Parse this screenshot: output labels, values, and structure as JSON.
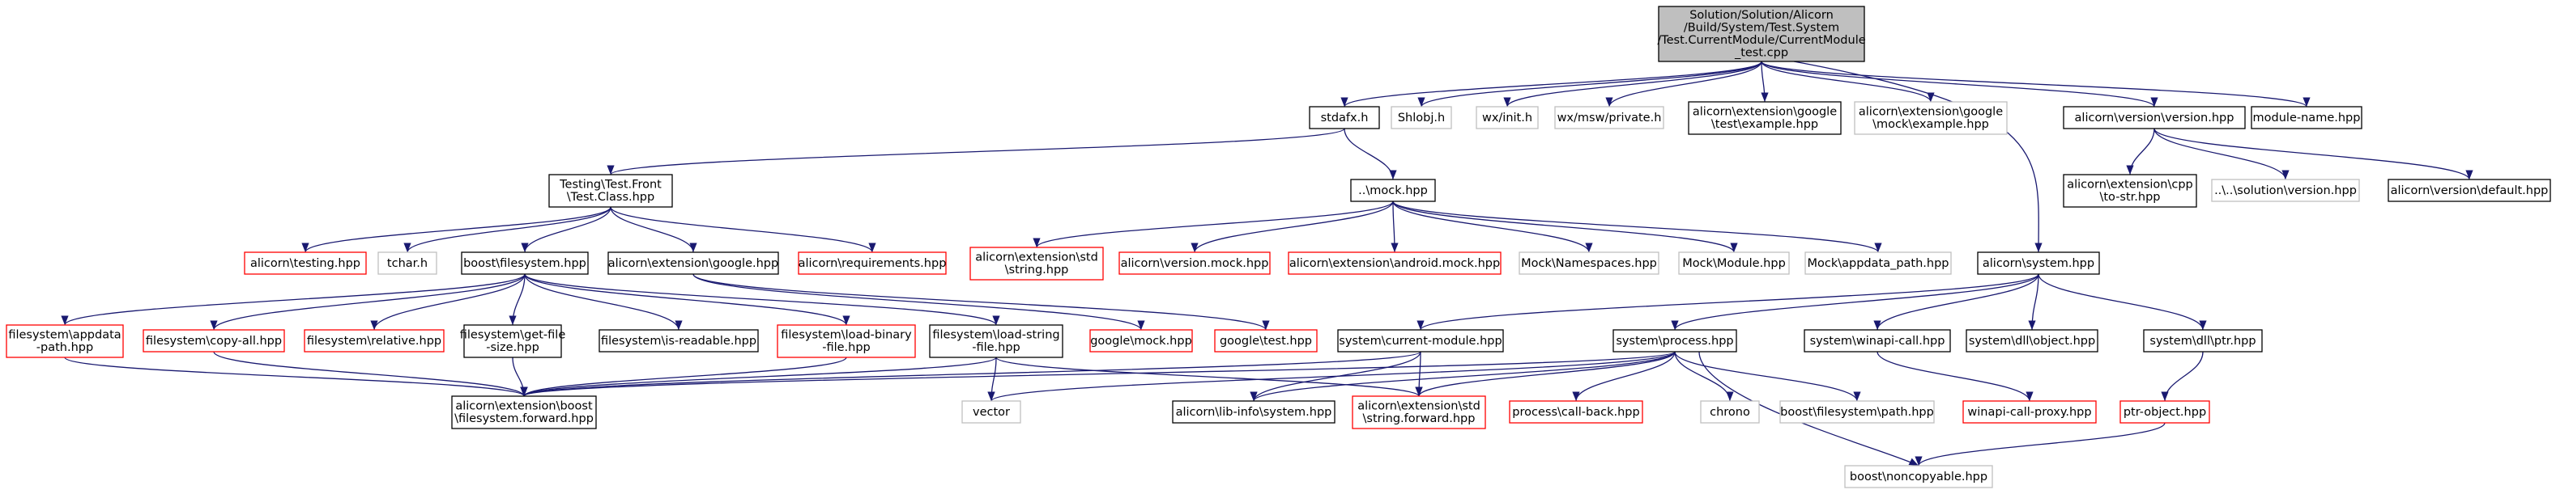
{
  "colors": {
    "edge": "#191970",
    "root_fill": "#bfbfbf",
    "root_border": "#000000",
    "documented_border": "#000000",
    "undocumented_border": "#ff0000",
    "system_border": "#bfbfbf",
    "node_fill": "#ffffff"
  },
  "graph": {
    "nodes": [
      {
        "id": "root",
        "kind": "root",
        "lines": [
          "Solution/Solution/Alicorn",
          "/Build/System/Test.System",
          "/Test.CurrentModule/CurrentModule",
          "_test.cpp"
        ]
      },
      {
        "id": "stdafx",
        "kind": "documented",
        "lines": [
          "stdafx.h"
        ]
      },
      {
        "id": "shlobj",
        "kind": "system",
        "lines": [
          "Shlobj.h"
        ]
      },
      {
        "id": "wxinit",
        "kind": "system",
        "lines": [
          "wx/init.h"
        ]
      },
      {
        "id": "wxmsw",
        "kind": "system",
        "lines": [
          "wx/msw/private.h"
        ]
      },
      {
        "id": "gtest_example",
        "kind": "documented",
        "lines": [
          "alicorn\\extension\\google",
          "\\test\\example.hpp"
        ]
      },
      {
        "id": "gmock_example",
        "kind": "system",
        "lines": [
          "alicorn\\extension\\google",
          "\\mock\\example.hpp"
        ]
      },
      {
        "id": "version",
        "kind": "documented",
        "lines": [
          "alicorn\\version\\version.hpp"
        ]
      },
      {
        "id": "module_name",
        "kind": "documented",
        "lines": [
          "module-name.hpp"
        ]
      },
      {
        "id": "testing_class",
        "kind": "documented",
        "lines": [
          "Testing\\Test.Front",
          "\\Test.Class.hpp"
        ]
      },
      {
        "id": "mock",
        "kind": "documented",
        "lines": [
          "..\\mock.hpp"
        ]
      },
      {
        "id": "to_str",
        "kind": "documented",
        "lines": [
          "alicorn\\extension\\cpp",
          "\\to-str.hpp"
        ]
      },
      {
        "id": "sol_version",
        "kind": "system",
        "lines": [
          "..\\..\\solution\\version.hpp"
        ]
      },
      {
        "id": "version_default",
        "kind": "documented",
        "lines": [
          "alicorn\\version\\default.hpp"
        ]
      },
      {
        "id": "ali_testing",
        "kind": "undocumented",
        "lines": [
          "alicorn\\testing.hpp"
        ]
      },
      {
        "id": "tchar",
        "kind": "system",
        "lines": [
          "tchar.h"
        ]
      },
      {
        "id": "boost_fs",
        "kind": "documented",
        "lines": [
          "boost\\filesystem.hpp"
        ]
      },
      {
        "id": "ext_google",
        "kind": "documented",
        "lines": [
          "alicorn\\extension\\google.hpp"
        ]
      },
      {
        "id": "requirements",
        "kind": "undocumented",
        "lines": [
          "alicorn\\requirements.hpp"
        ]
      },
      {
        "id": "std_string",
        "kind": "undocumented",
        "lines": [
          "alicorn\\extension\\std",
          "\\string.hpp"
        ]
      },
      {
        "id": "version_mock",
        "kind": "undocumented",
        "lines": [
          "alicorn\\version.mock.hpp"
        ]
      },
      {
        "id": "android_mock",
        "kind": "undocumented",
        "lines": [
          "alicorn\\extension\\android.mock.hpp"
        ]
      },
      {
        "id": "mock_ns",
        "kind": "system",
        "lines": [
          "Mock\\Namespaces.hpp"
        ]
      },
      {
        "id": "mock_module",
        "kind": "system",
        "lines": [
          "Mock\\Module.hpp"
        ]
      },
      {
        "id": "mock_appdata",
        "kind": "system",
        "lines": [
          "Mock\\appdata_path.hpp"
        ]
      },
      {
        "id": "ali_system",
        "kind": "documented",
        "lines": [
          "alicorn\\system.hpp"
        ]
      },
      {
        "id": "fs_appdata",
        "kind": "undocumented",
        "lines": [
          "filesystem\\appdata",
          "-path.hpp"
        ]
      },
      {
        "id": "fs_copyall",
        "kind": "undocumented",
        "lines": [
          "filesystem\\copy-all.hpp"
        ]
      },
      {
        "id": "fs_relative",
        "kind": "undocumented",
        "lines": [
          "filesystem\\relative.hpp"
        ]
      },
      {
        "id": "fs_getfilesize",
        "kind": "documented",
        "lines": [
          "filesystem\\get-file",
          "-size.hpp"
        ]
      },
      {
        "id": "fs_readable",
        "kind": "documented",
        "lines": [
          "filesystem\\is-readable.hpp"
        ]
      },
      {
        "id": "fs_loadbinary",
        "kind": "undocumented",
        "lines": [
          "filesystem\\load-binary",
          "-file.hpp"
        ]
      },
      {
        "id": "fs_loadstring",
        "kind": "documented",
        "lines": [
          "filesystem\\load-string",
          "-file.hpp"
        ]
      },
      {
        "id": "google_mock",
        "kind": "undocumented",
        "lines": [
          "google\\mock.hpp"
        ]
      },
      {
        "id": "google_test",
        "kind": "undocumented",
        "lines": [
          "google\\test.hpp"
        ]
      },
      {
        "id": "current_module",
        "kind": "documented",
        "lines": [
          "system\\current-module.hpp"
        ]
      },
      {
        "id": "process",
        "kind": "documented",
        "lines": [
          "system\\process.hpp"
        ]
      },
      {
        "id": "winapi_call",
        "kind": "documented",
        "lines": [
          "system\\winapi-call.hpp"
        ]
      },
      {
        "id": "dll_object",
        "kind": "documented",
        "lines": [
          "system\\dll\\object.hpp"
        ]
      },
      {
        "id": "dll_ptr",
        "kind": "documented",
        "lines": [
          "system\\dll\\ptr.hpp"
        ]
      },
      {
        "id": "boost_fs_fwd",
        "kind": "documented",
        "lines": [
          "alicorn\\extension\\boost",
          "\\filesystem.forward.hpp"
        ]
      },
      {
        "id": "vector",
        "kind": "system",
        "lines": [
          "vector"
        ]
      },
      {
        "id": "lib_info",
        "kind": "documented",
        "lines": [
          "alicorn\\lib-info\\system.hpp"
        ]
      },
      {
        "id": "std_string_fwd",
        "kind": "undocumented",
        "lines": [
          "alicorn\\extension\\std",
          "\\string.forward.hpp"
        ]
      },
      {
        "id": "callback",
        "kind": "undocumented",
        "lines": [
          "process\\call-back.hpp"
        ]
      },
      {
        "id": "chrono",
        "kind": "system",
        "lines": [
          "chrono"
        ]
      },
      {
        "id": "boost_fs_path",
        "kind": "system",
        "lines": [
          "boost\\filesystem\\path.hpp"
        ]
      },
      {
        "id": "winapi_proxy",
        "kind": "undocumented",
        "lines": [
          "winapi-call-proxy.hpp"
        ]
      },
      {
        "id": "ptr_object",
        "kind": "undocumented",
        "lines": [
          "ptr-object.hpp"
        ]
      },
      {
        "id": "boost_noncopyable",
        "kind": "system",
        "lines": [
          "boost\\noncopyable.hpp"
        ]
      }
    ],
    "edges": [
      [
        "root",
        "stdafx"
      ],
      [
        "root",
        "shlobj"
      ],
      [
        "root",
        "wxinit"
      ],
      [
        "root",
        "wxmsw"
      ],
      [
        "root",
        "gtest_example"
      ],
      [
        "root",
        "gmock_example"
      ],
      [
        "root",
        "version"
      ],
      [
        "root",
        "module_name"
      ],
      [
        "root",
        "ali_system"
      ],
      [
        "stdafx",
        "testing_class"
      ],
      [
        "stdafx",
        "mock"
      ],
      [
        "version",
        "to_str"
      ],
      [
        "version",
        "sol_version"
      ],
      [
        "version",
        "version_default"
      ],
      [
        "testing_class",
        "ali_testing"
      ],
      [
        "testing_class",
        "tchar"
      ],
      [
        "testing_class",
        "boost_fs"
      ],
      [
        "testing_class",
        "ext_google"
      ],
      [
        "testing_class",
        "requirements"
      ],
      [
        "mock",
        "std_string"
      ],
      [
        "mock",
        "version_mock"
      ],
      [
        "mock",
        "android_mock"
      ],
      [
        "mock",
        "mock_ns"
      ],
      [
        "mock",
        "mock_module"
      ],
      [
        "mock",
        "mock_appdata"
      ],
      [
        "boost_fs",
        "fs_appdata"
      ],
      [
        "boost_fs",
        "fs_copyall"
      ],
      [
        "boost_fs",
        "fs_relative"
      ],
      [
        "boost_fs",
        "fs_getfilesize"
      ],
      [
        "boost_fs",
        "fs_readable"
      ],
      [
        "boost_fs",
        "fs_loadbinary"
      ],
      [
        "boost_fs",
        "fs_loadstring"
      ],
      [
        "ext_google",
        "google_mock"
      ],
      [
        "ext_google",
        "google_test"
      ],
      [
        "fs_appdata",
        "boost_fs_fwd"
      ],
      [
        "fs_copyall",
        "boost_fs_fwd"
      ],
      [
        "fs_getfilesize",
        "boost_fs_fwd"
      ],
      [
        "fs_loadbinary",
        "boost_fs_fwd"
      ],
      [
        "fs_loadstring",
        "boost_fs_fwd"
      ],
      [
        "fs_loadstring",
        "vector"
      ],
      [
        "fs_loadstring",
        "std_string_fwd"
      ],
      [
        "ali_system",
        "current_module"
      ],
      [
        "ali_system",
        "process"
      ],
      [
        "ali_system",
        "winapi_call"
      ],
      [
        "ali_system",
        "dll_object"
      ],
      [
        "ali_system",
        "dll_ptr"
      ],
      [
        "current_module",
        "boost_fs_fwd"
      ],
      [
        "current_module",
        "lib_info"
      ],
      [
        "current_module",
        "std_string_fwd"
      ],
      [
        "process",
        "boost_fs_fwd"
      ],
      [
        "process",
        "vector"
      ],
      [
        "process",
        "lib_info"
      ],
      [
        "process",
        "std_string_fwd"
      ],
      [
        "process",
        "callback"
      ],
      [
        "process",
        "chrono"
      ],
      [
        "process",
        "boost_fs_path"
      ],
      [
        "process",
        "boost_noncopyable"
      ],
      [
        "winapi_call",
        "winapi_proxy"
      ],
      [
        "dll_ptr",
        "ptr_object"
      ],
      [
        "ptr_object",
        "boost_noncopyable"
      ]
    ]
  }
}
